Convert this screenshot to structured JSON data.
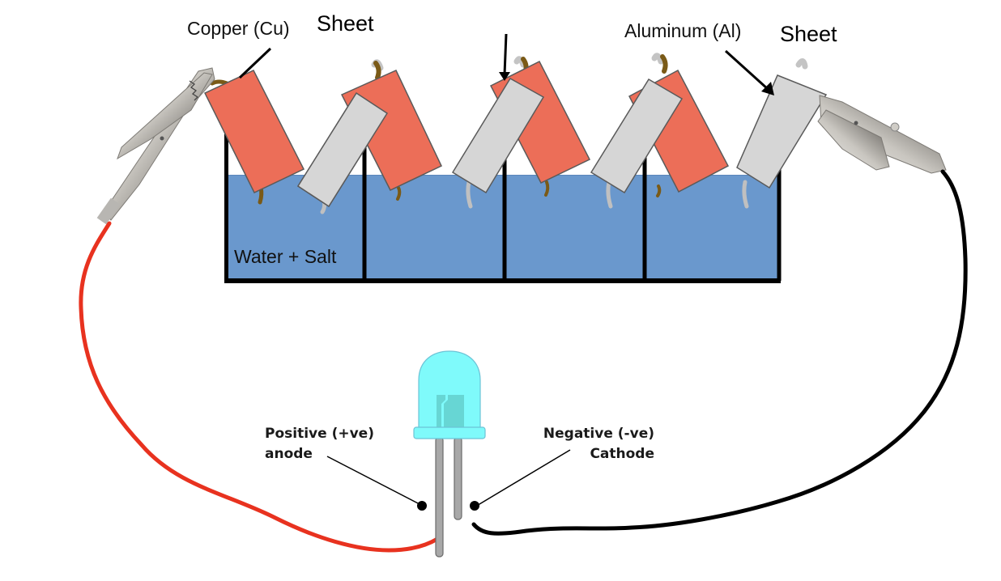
{
  "diagram": {
    "title": "Saltwater battery powering an LED",
    "labels": {
      "copper": "Copper (Cu)",
      "copper_sheet": "Sheet",
      "aluminum": "Aluminum (Al)",
      "aluminum_sheet": "Sheet",
      "electrolyte": "Water + Salt",
      "anode_line1": "Positive (+ve)",
      "anode_line2": "anode",
      "cathode_line1": "Negative (-ve)",
      "cathode_line2": "Cathode"
    },
    "cells": [
      {
        "index": 1,
        "electrodes": [
          "copper",
          "aluminum"
        ],
        "electrolyte": "Water + Salt"
      },
      {
        "index": 2,
        "electrodes": [
          "copper",
          "aluminum"
        ],
        "electrolyte": "Water + Salt"
      },
      {
        "index": 3,
        "electrodes": [
          "copper",
          "aluminum"
        ],
        "electrolyte": "Water + Salt"
      },
      {
        "index": 4,
        "electrodes": [
          "copper",
          "aluminum"
        ],
        "electrolyte": "Water + Salt"
      }
    ],
    "wires": [
      {
        "name": "positive-wire",
        "color": "#e8321f",
        "from": "left clip (copper)",
        "to": "LED anode"
      },
      {
        "name": "negative-wire",
        "color": "#000000",
        "from": "right clip (aluminum)",
        "to": "LED cathode"
      }
    ],
    "colors": {
      "copper": "#ec6e58",
      "aluminum": "#d6d6d6",
      "water": "#6a98cd",
      "led": "#7ffafb",
      "red_wire": "#e8321f",
      "black_wire": "#000000",
      "sheet_outline": "#555555"
    }
  }
}
